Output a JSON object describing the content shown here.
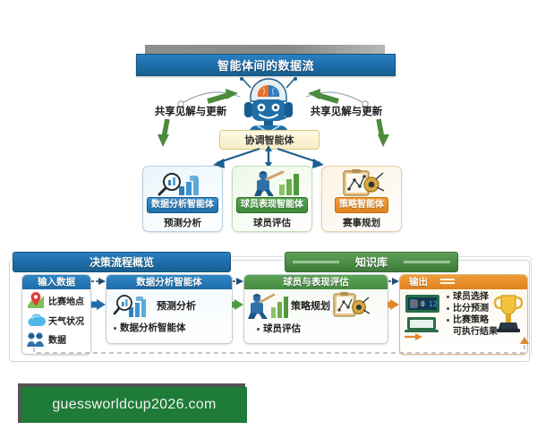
{
  "top_section": {
    "banner_title": "智能体间的数据流",
    "coordinator_label": "协调智能体",
    "share_left_label": "共享见解与更新",
    "share_right_label": "共享见解与更新",
    "agents": [
      {
        "name": "数据分析智能体",
        "subtitle": "预测分析",
        "color": "#1f6fab",
        "icon": "magnifier-bar-chart-icon"
      },
      {
        "name": "球员表现智能体",
        "subtitle": "球员评估",
        "color": "#3d8a3a",
        "icon": "batter-bar-chart-icon"
      },
      {
        "name": "策略智能体",
        "subtitle": "赛事规划",
        "color": "#e2821d",
        "icon": "clipboard-tactics-icon"
      }
    ]
  },
  "bottom_section": {
    "flow_banner_title": "决策流程概览",
    "knowledge_base_title": "知识库",
    "input_box": {
      "header": "输入数据",
      "items": [
        {
          "label": "比赛地点",
          "icon": "map-pin-icon"
        },
        {
          "label": "天气状况",
          "icon": "cloud-icon"
        },
        {
          "label": "数据",
          "icon": "players-icon"
        }
      ]
    },
    "analysis_box": {
      "header": "数据分析智能体",
      "main_label": "预测分析",
      "bullet": "数据分析智能体",
      "icon": "magnifier-bar-chart-icon"
    },
    "player_box": {
      "header": "球员与表现评估",
      "main_label": "策略规划",
      "bullet": "球员评估",
      "icon_left": "batter-bar-chart-icon",
      "icon_right": "clipboard-tactics-icon"
    },
    "output_box": {
      "header": "输出",
      "header_icon": "menu-lines-icon",
      "icon_left": "scoreboard-laptop-icon",
      "icon_right": "trophy-icon",
      "items": [
        "球员选择",
        "比分预测",
        "比赛策略",
        "可执行结果"
      ]
    }
  },
  "footer": {
    "url": "guessworldcup2026.com",
    "background": "#1e7b38",
    "shadow": "#555555"
  },
  "colors": {
    "blue": "#1d6ca9",
    "green": "#468b42",
    "orange": "#e0821d",
    "cream": "#f7eec6",
    "gray_strip": "#8a8a8a"
  }
}
